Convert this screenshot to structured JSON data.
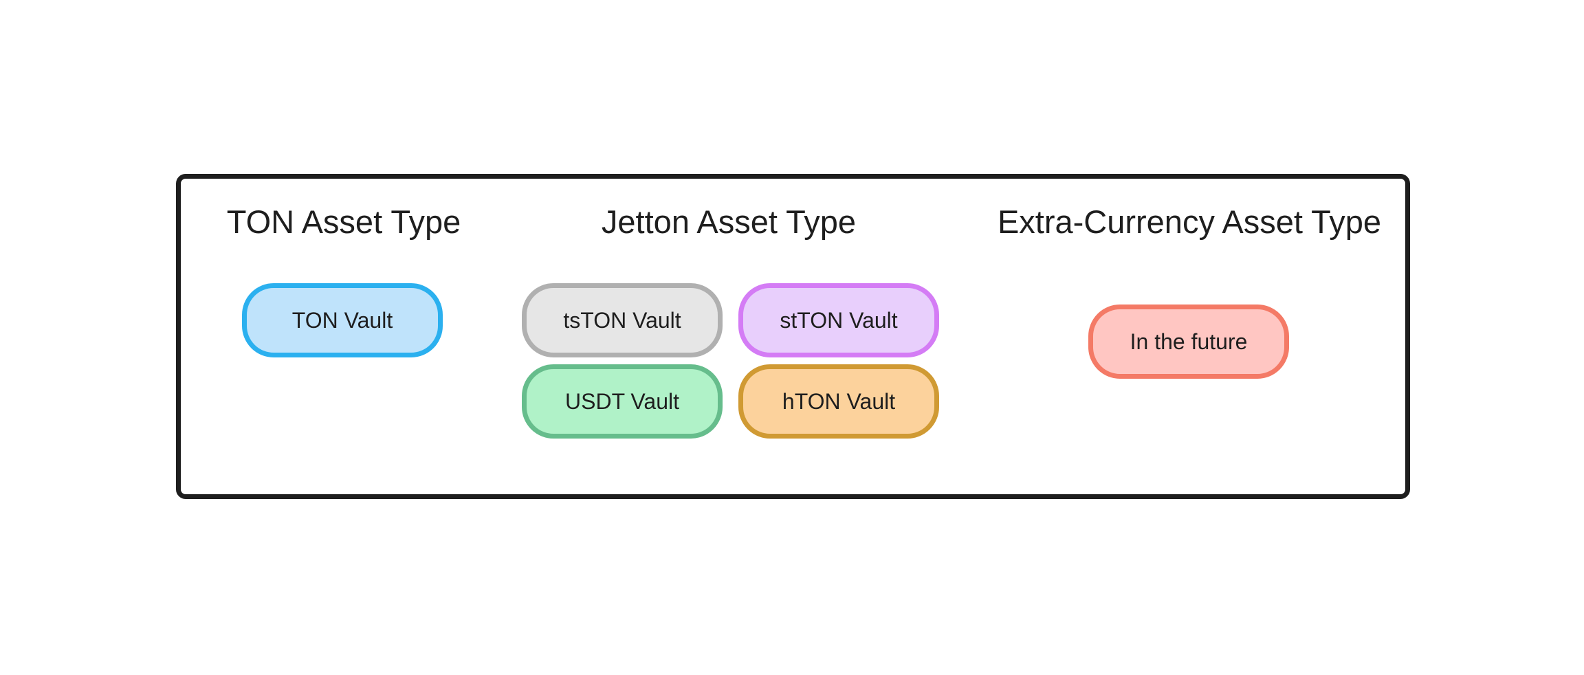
{
  "headings": {
    "ton": "TON Asset Type",
    "jetton": "Jetton Asset Type",
    "extra": "Extra-Currency Asset Type"
  },
  "vaults": {
    "ton": {
      "label": "TON Vault",
      "fill": "#bfe3fb",
      "stroke": "#2bb0ef"
    },
    "tston": {
      "label": "tsTON Vault",
      "fill": "#e6e6e6",
      "stroke": "#b0b0b0"
    },
    "ston": {
      "label": "stTON Vault",
      "fill": "#e8cffc",
      "stroke": "#d47cf5"
    },
    "usdt": {
      "label": "USDT Vault",
      "fill": "#b0f2c8",
      "stroke": "#66bd8c"
    },
    "hton": {
      "label": "hTON Vault",
      "fill": "#fcd29c",
      "stroke": "#d09a33"
    },
    "future": {
      "label": "In the future",
      "fill": "#ffc6c2",
      "stroke": "#f47a66"
    }
  }
}
